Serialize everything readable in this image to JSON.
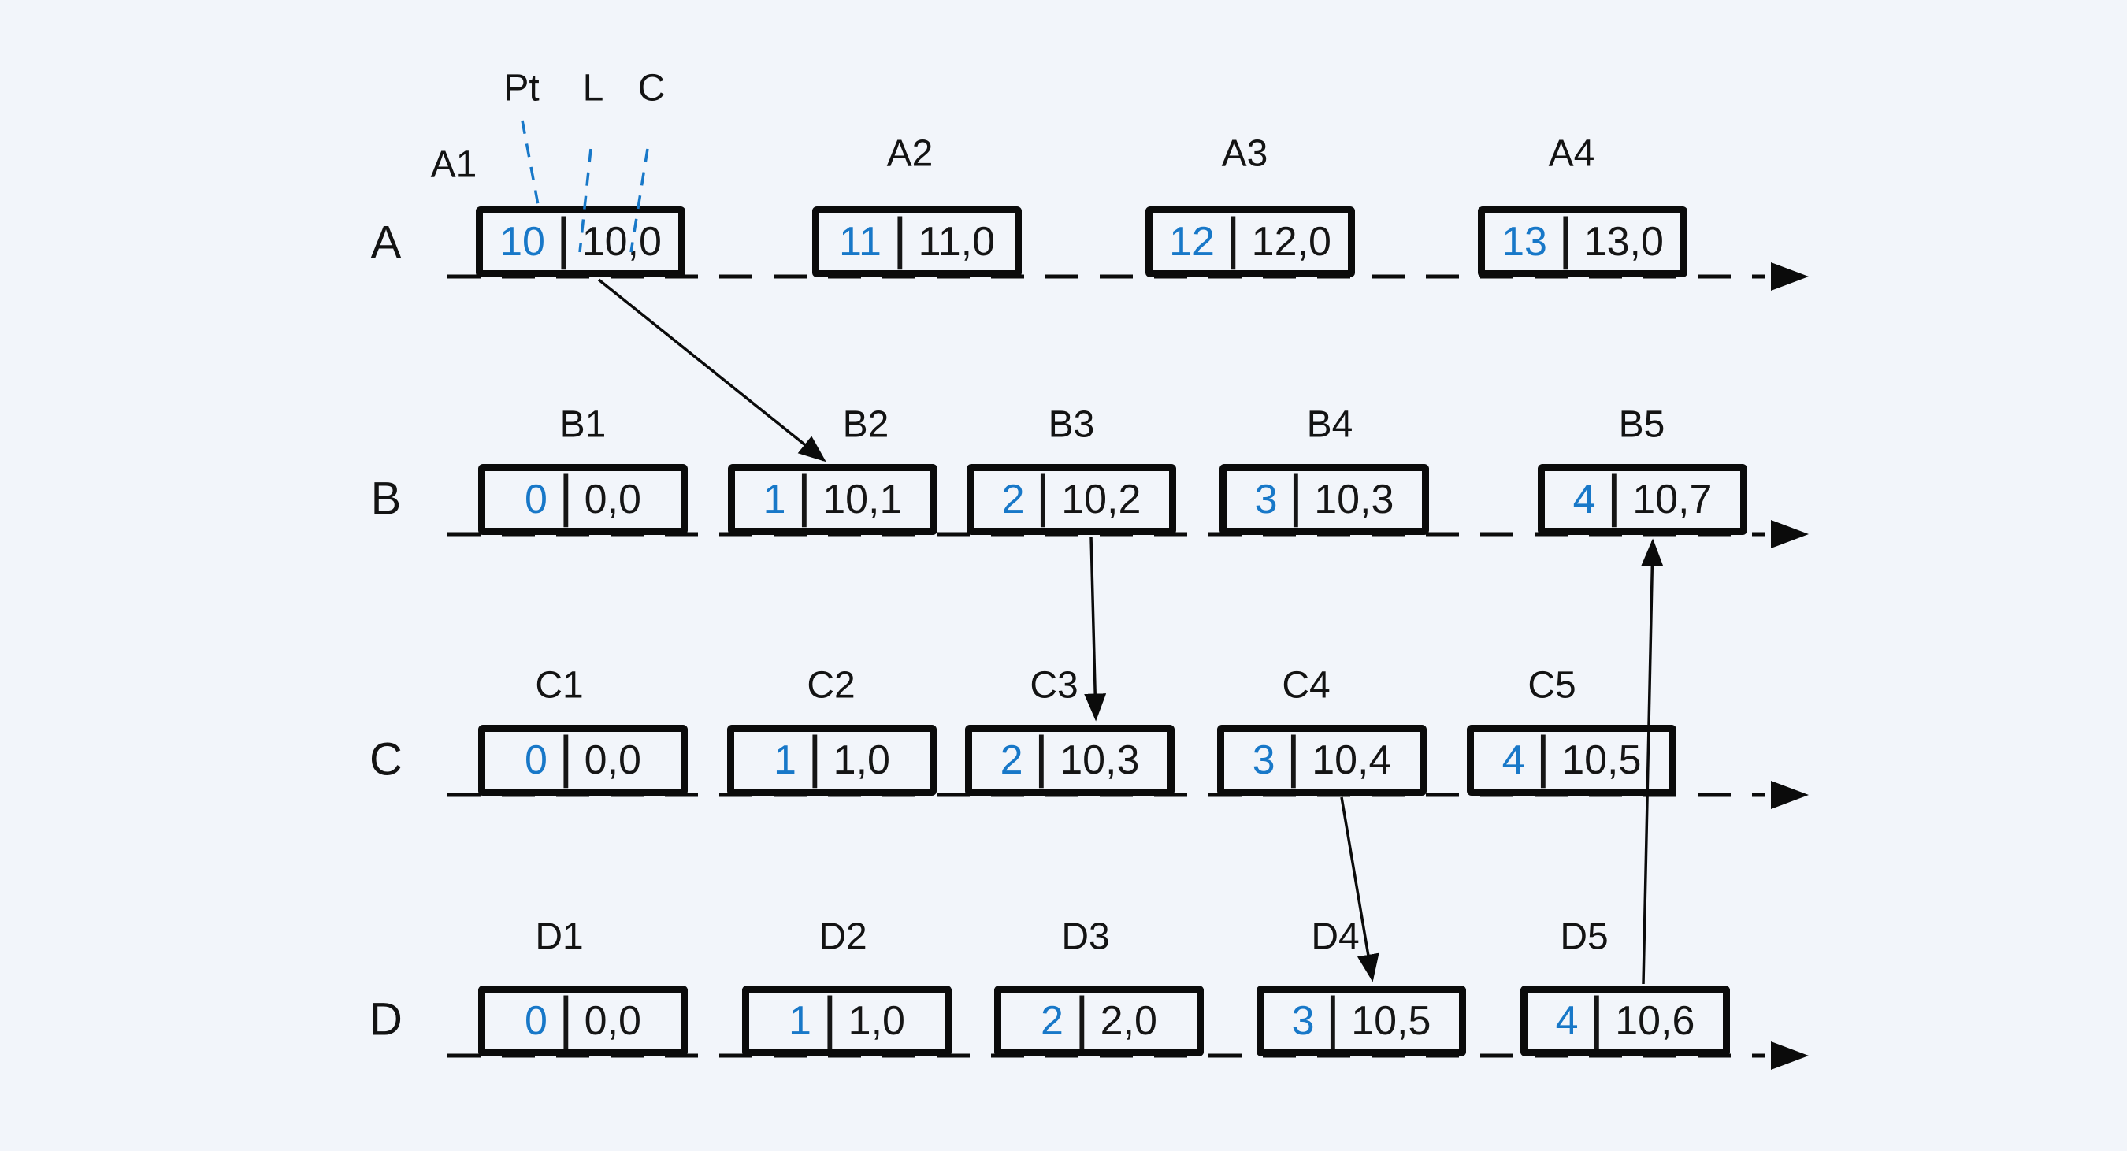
{
  "annotations": {
    "pt": "Pt",
    "l": "L",
    "c": "C"
  },
  "ui": {
    "separator": "|"
  },
  "colors": {
    "accent_blue": "#1878C8",
    "ink": "#0B0B0B",
    "background": "#F2F5FA"
  },
  "rows": [
    {
      "label": "A",
      "events": [
        {
          "label": "A1",
          "pt": "10",
          "value": "10,0"
        },
        {
          "label": "A2",
          "pt": "11",
          "value": "11,0"
        },
        {
          "label": "A3",
          "pt": "12",
          "value": "12,0"
        },
        {
          "label": "A4",
          "pt": "13",
          "value": "13,0"
        }
      ]
    },
    {
      "label": "B",
      "events": [
        {
          "label": "B1",
          "pt": "0",
          "value": "0,0"
        },
        {
          "label": "B2",
          "pt": "1",
          "value": "10,1"
        },
        {
          "label": "B3",
          "pt": "2",
          "value": "10,2"
        },
        {
          "label": "B4",
          "pt": "3",
          "value": "10,3"
        },
        {
          "label": "B5",
          "pt": "4",
          "value": "10,7"
        }
      ]
    },
    {
      "label": "C",
      "events": [
        {
          "label": "C1",
          "pt": "0",
          "value": "0,0"
        },
        {
          "label": "C2",
          "pt": "1",
          "value": "1,0"
        },
        {
          "label": "C3",
          "pt": "2",
          "value": "10,3"
        },
        {
          "label": "C4",
          "pt": "3",
          "value": "10,4"
        },
        {
          "label": "C5",
          "pt": "4",
          "value": "10,5"
        }
      ]
    },
    {
      "label": "D",
      "events": [
        {
          "label": "D1",
          "pt": "0",
          "value": "0,0"
        },
        {
          "label": "D2",
          "pt": "1",
          "value": "1,0"
        },
        {
          "label": "D3",
          "pt": "2",
          "value": "2,0"
        },
        {
          "label": "D4",
          "pt": "3",
          "value": "10,5"
        },
        {
          "label": "D5",
          "pt": "4",
          "value": "10,6"
        }
      ]
    }
  ],
  "messages": [
    {
      "from": "A1",
      "to": "B2"
    },
    {
      "from": "B3",
      "to": "C3"
    },
    {
      "from": "C4",
      "to": "D4"
    },
    {
      "from": "D5",
      "to": "B5"
    }
  ]
}
